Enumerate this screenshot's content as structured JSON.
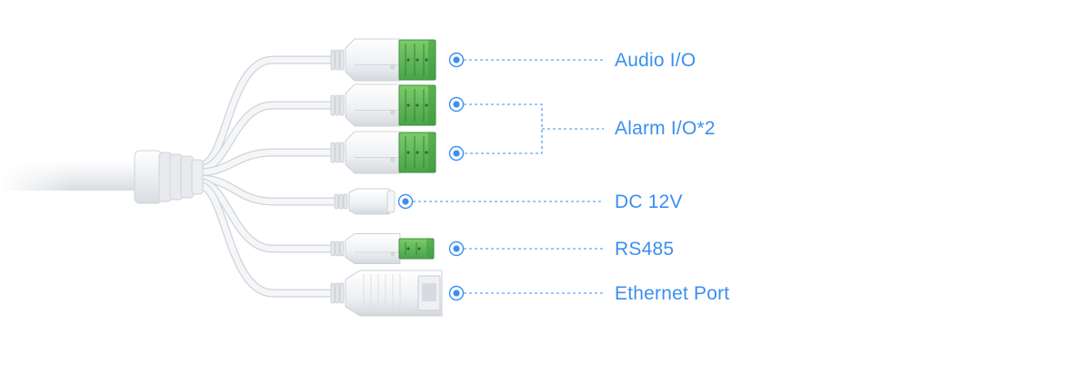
{
  "colors": {
    "accent": "#3b8ff0",
    "cable": "#f1f2f4",
    "cable_stroke": "#d6d9de",
    "terminal_green": "#5cb85c",
    "terminal_dark": "#3d8f3d"
  },
  "diagram": {
    "connectors": [
      {
        "id": "audio",
        "label": "Audio I/O",
        "icon": "terminal-block-icon"
      },
      {
        "id": "alarm",
        "label": "Alarm I/O*2",
        "icon": "terminal-block-icon"
      },
      {
        "id": "dc",
        "label": "DC 12V",
        "icon": "dc-jack-icon"
      },
      {
        "id": "rs485",
        "label": "RS485",
        "icon": "terminal-block-icon"
      },
      {
        "id": "ethernet",
        "label": "Ethernet Port",
        "icon": "rj45-jack-icon"
      }
    ]
  }
}
